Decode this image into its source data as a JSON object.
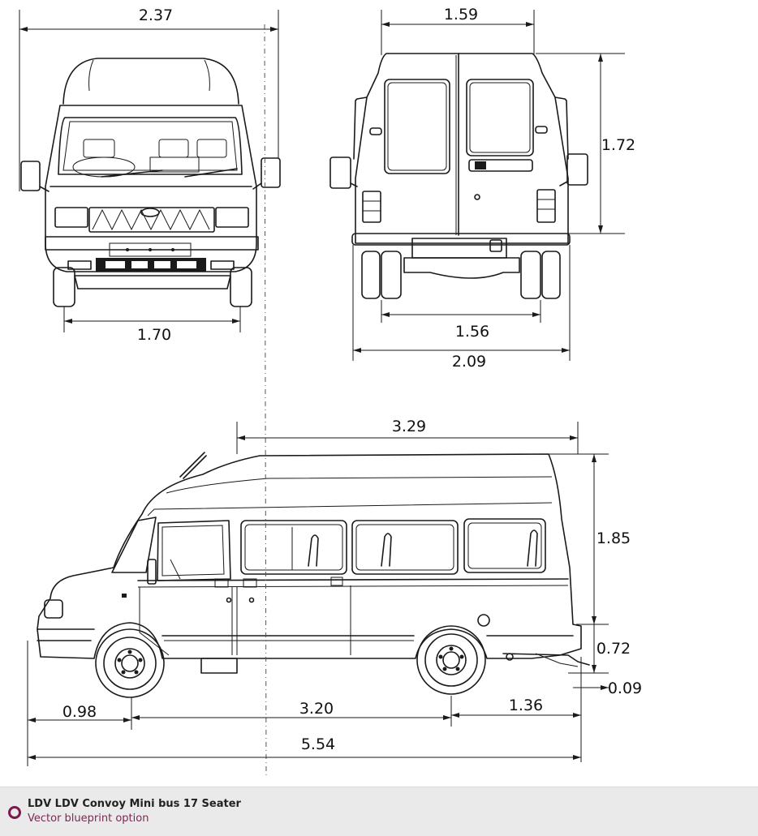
{
  "dimensions": {
    "front_overall_width": "2.37",
    "front_track": "1.70",
    "rear_roof_width": "1.59",
    "rear_body_height": "1.72",
    "rear_track": "1.56",
    "rear_overall_width": "2.09",
    "side_roof_length": "3.29",
    "side_upper_height": "1.85",
    "side_lower_height": "0.72",
    "side_ground_clearance": "0.09",
    "front_overhang": "0.98",
    "wheelbase": "3.20",
    "rear_overhang": "1.36",
    "overall_length": "5.54"
  },
  "caption": {
    "title": "LDV LDV Convoy Mini bus 17 Seater",
    "subtitle": "Vector blueprint option"
  },
  "colors": {
    "ink": "#1a1a1a",
    "caption_background": "#eaeaea",
    "accent": "#7a1a4d"
  }
}
